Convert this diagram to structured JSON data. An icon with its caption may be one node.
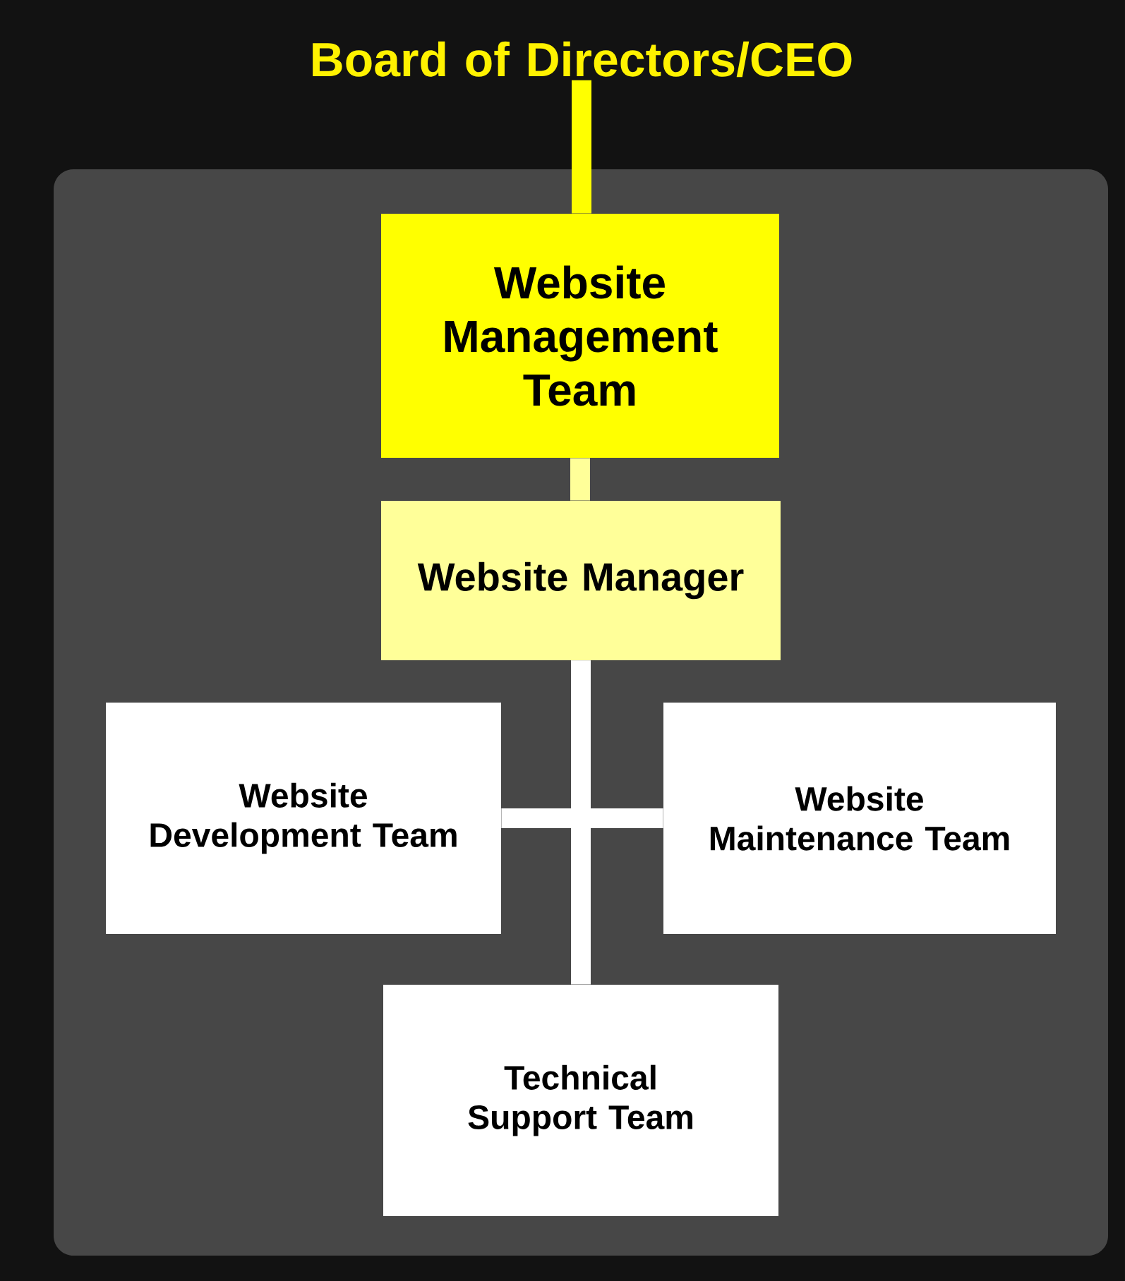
{
  "diagram": {
    "nodes": [
      {
        "text": [
          "Board of Directors/CEO"
        ]
      },
      {
        "text": [
          "Website Management Team"
        ]
      },
      {
        "text": [
          "Website Manager"
        ]
      },
      {
        "text": [
          "Website Development Team"
        ]
      },
      {
        "text": [
          "Website Maintenance Team"
        ]
      },
      {
        "text": [
          "Technical Support Team"
        ]
      }
    ],
    "edges": [
      {
        "from": 0,
        "to": 1,
        "arrow": "none",
        "color": "#ffff00"
      },
      {
        "from": 1,
        "to": 2,
        "arrow": "none",
        "color": "#ffff99"
      },
      {
        "from": 2,
        "to": 3,
        "arrow": "none"
      },
      {
        "from": 2,
        "to": 4,
        "arrow": "none"
      },
      {
        "from": 2,
        "to": 5,
        "arrow": "none"
      }
    ]
  }
}
